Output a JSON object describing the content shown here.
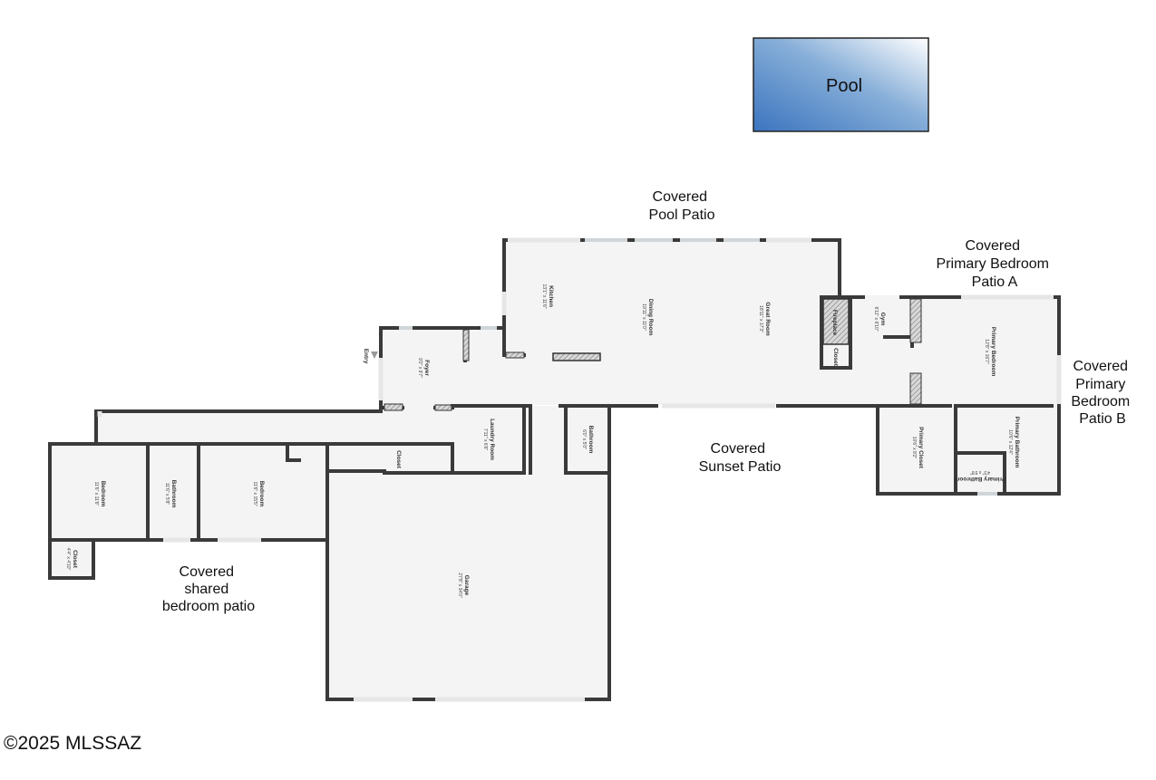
{
  "pool": {
    "label": "Pool"
  },
  "outdoor": {
    "pool_patio": [
      "Covered",
      "Pool Patio"
    ],
    "primary_patio_a": [
      "Covered",
      "Primary Bedroom",
      "Patio A"
    ],
    "primary_patio_b": [
      "Covered",
      "Primary",
      "Bedroom",
      "Patio B"
    ],
    "sunset_patio": [
      "Covered",
      "Sunset Patio"
    ],
    "shared_patio": [
      "Covered",
      "shared",
      "bedroom patio"
    ]
  },
  "entry_label": "Entry",
  "rooms": {
    "kitchen": {
      "name": "Kitchen",
      "dim": "13'1\" x 11'6\""
    },
    "dining": {
      "name": "Dining Room",
      "dim": "19'11\" x 11'0\""
    },
    "great": {
      "name": "Great Room",
      "dim": "18'11\" x 17'3\""
    },
    "fireplace": {
      "name": "Fireplace"
    },
    "closet_fp": {
      "name": "Closet"
    },
    "gym": {
      "name": "Gym",
      "dim": "6'11\" x 6'10\""
    },
    "primary_bedroom": {
      "name": "Primary Bedroom",
      "dim": "12'8\" x 16'7\""
    },
    "foyer": {
      "name": "Foyer",
      "dim": "9'2\" x 9'7\""
    },
    "laundry": {
      "name": "Laundry Room",
      "dim": "7'11\" x 6'6\""
    },
    "bathroom_hall": {
      "name": "Bathroom",
      "dim": "6'0\" x 5'0\""
    },
    "closet_hall": {
      "name": "Closet"
    },
    "bedroom1": {
      "name": "Bedroom",
      "dim": "11'6\" x 11'6\""
    },
    "bathroom2": {
      "name": "Bathroom",
      "dim": "11'6\" x 5'8\""
    },
    "bedroom2": {
      "name": "Bedroom",
      "dim": "11'6\" x 15'5\""
    },
    "closet_bed1": {
      "name": "Closet",
      "dim": "4'4\" x 4'10\""
    },
    "garage": {
      "name": "Garage",
      "dim": "27'8\" x 34'0\""
    },
    "primary_closet": {
      "name": "Primary Closet",
      "dim": "10'6\" x 8'2\""
    },
    "primary_bathroom": {
      "name": "Primary Bathroom",
      "dim": "10'6\" x 12'4\""
    },
    "primary_wc": {
      "name": "Primary Bathroom",
      "dim": "4'3\" x 5'8\""
    }
  },
  "copyright": "©2025 MLSSAZ",
  "colors": {
    "wall": "#3a3a3a",
    "floor": "#f4f4f4",
    "pool_dark": "#3b75c0",
    "pool_light": "#ffffff"
  }
}
